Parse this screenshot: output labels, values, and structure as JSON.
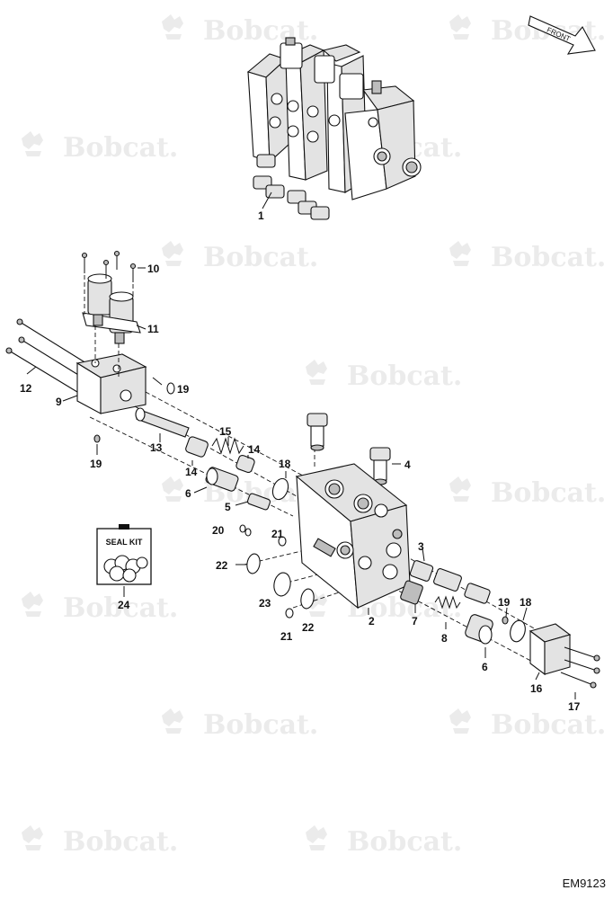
{
  "watermark": {
    "text": "Bobcat."
  },
  "front_arrow": {
    "label": "FRONT"
  },
  "seal_kit": {
    "label": "SEAL KIT"
  },
  "callouts": [
    {
      "id": "c1",
      "label": "1"
    },
    {
      "id": "c10",
      "label": "10"
    },
    {
      "id": "c11",
      "label": "11"
    },
    {
      "id": "c12",
      "label": "12"
    },
    {
      "id": "c9",
      "label": "9"
    },
    {
      "id": "c19a",
      "label": "19"
    },
    {
      "id": "c19b",
      "label": "19"
    },
    {
      "id": "c13",
      "label": "13"
    },
    {
      "id": "c15",
      "label": "15"
    },
    {
      "id": "c14a",
      "label": "14"
    },
    {
      "id": "c14b",
      "label": "14"
    },
    {
      "id": "c18a",
      "label": "18"
    },
    {
      "id": "c6a",
      "label": "6"
    },
    {
      "id": "c5",
      "label": "5"
    },
    {
      "id": "c4",
      "label": "4"
    },
    {
      "id": "c20",
      "label": "20"
    },
    {
      "id": "c21a",
      "label": "21"
    },
    {
      "id": "c22a",
      "label": "22"
    },
    {
      "id": "c24",
      "label": "24"
    },
    {
      "id": "c3",
      "label": "3"
    },
    {
      "id": "c23",
      "label": "23"
    },
    {
      "id": "c21b",
      "label": "21"
    },
    {
      "id": "c22b",
      "label": "22"
    },
    {
      "id": "c2",
      "label": "2"
    },
    {
      "id": "c7",
      "label": "7"
    },
    {
      "id": "c8",
      "label": "8"
    },
    {
      "id": "c19c",
      "label": "19"
    },
    {
      "id": "c18b",
      "label": "18"
    },
    {
      "id": "c6b",
      "label": "6"
    },
    {
      "id": "c16",
      "label": "16"
    },
    {
      "id": "c17",
      "label": "17"
    }
  ],
  "document_id": "EM9123"
}
